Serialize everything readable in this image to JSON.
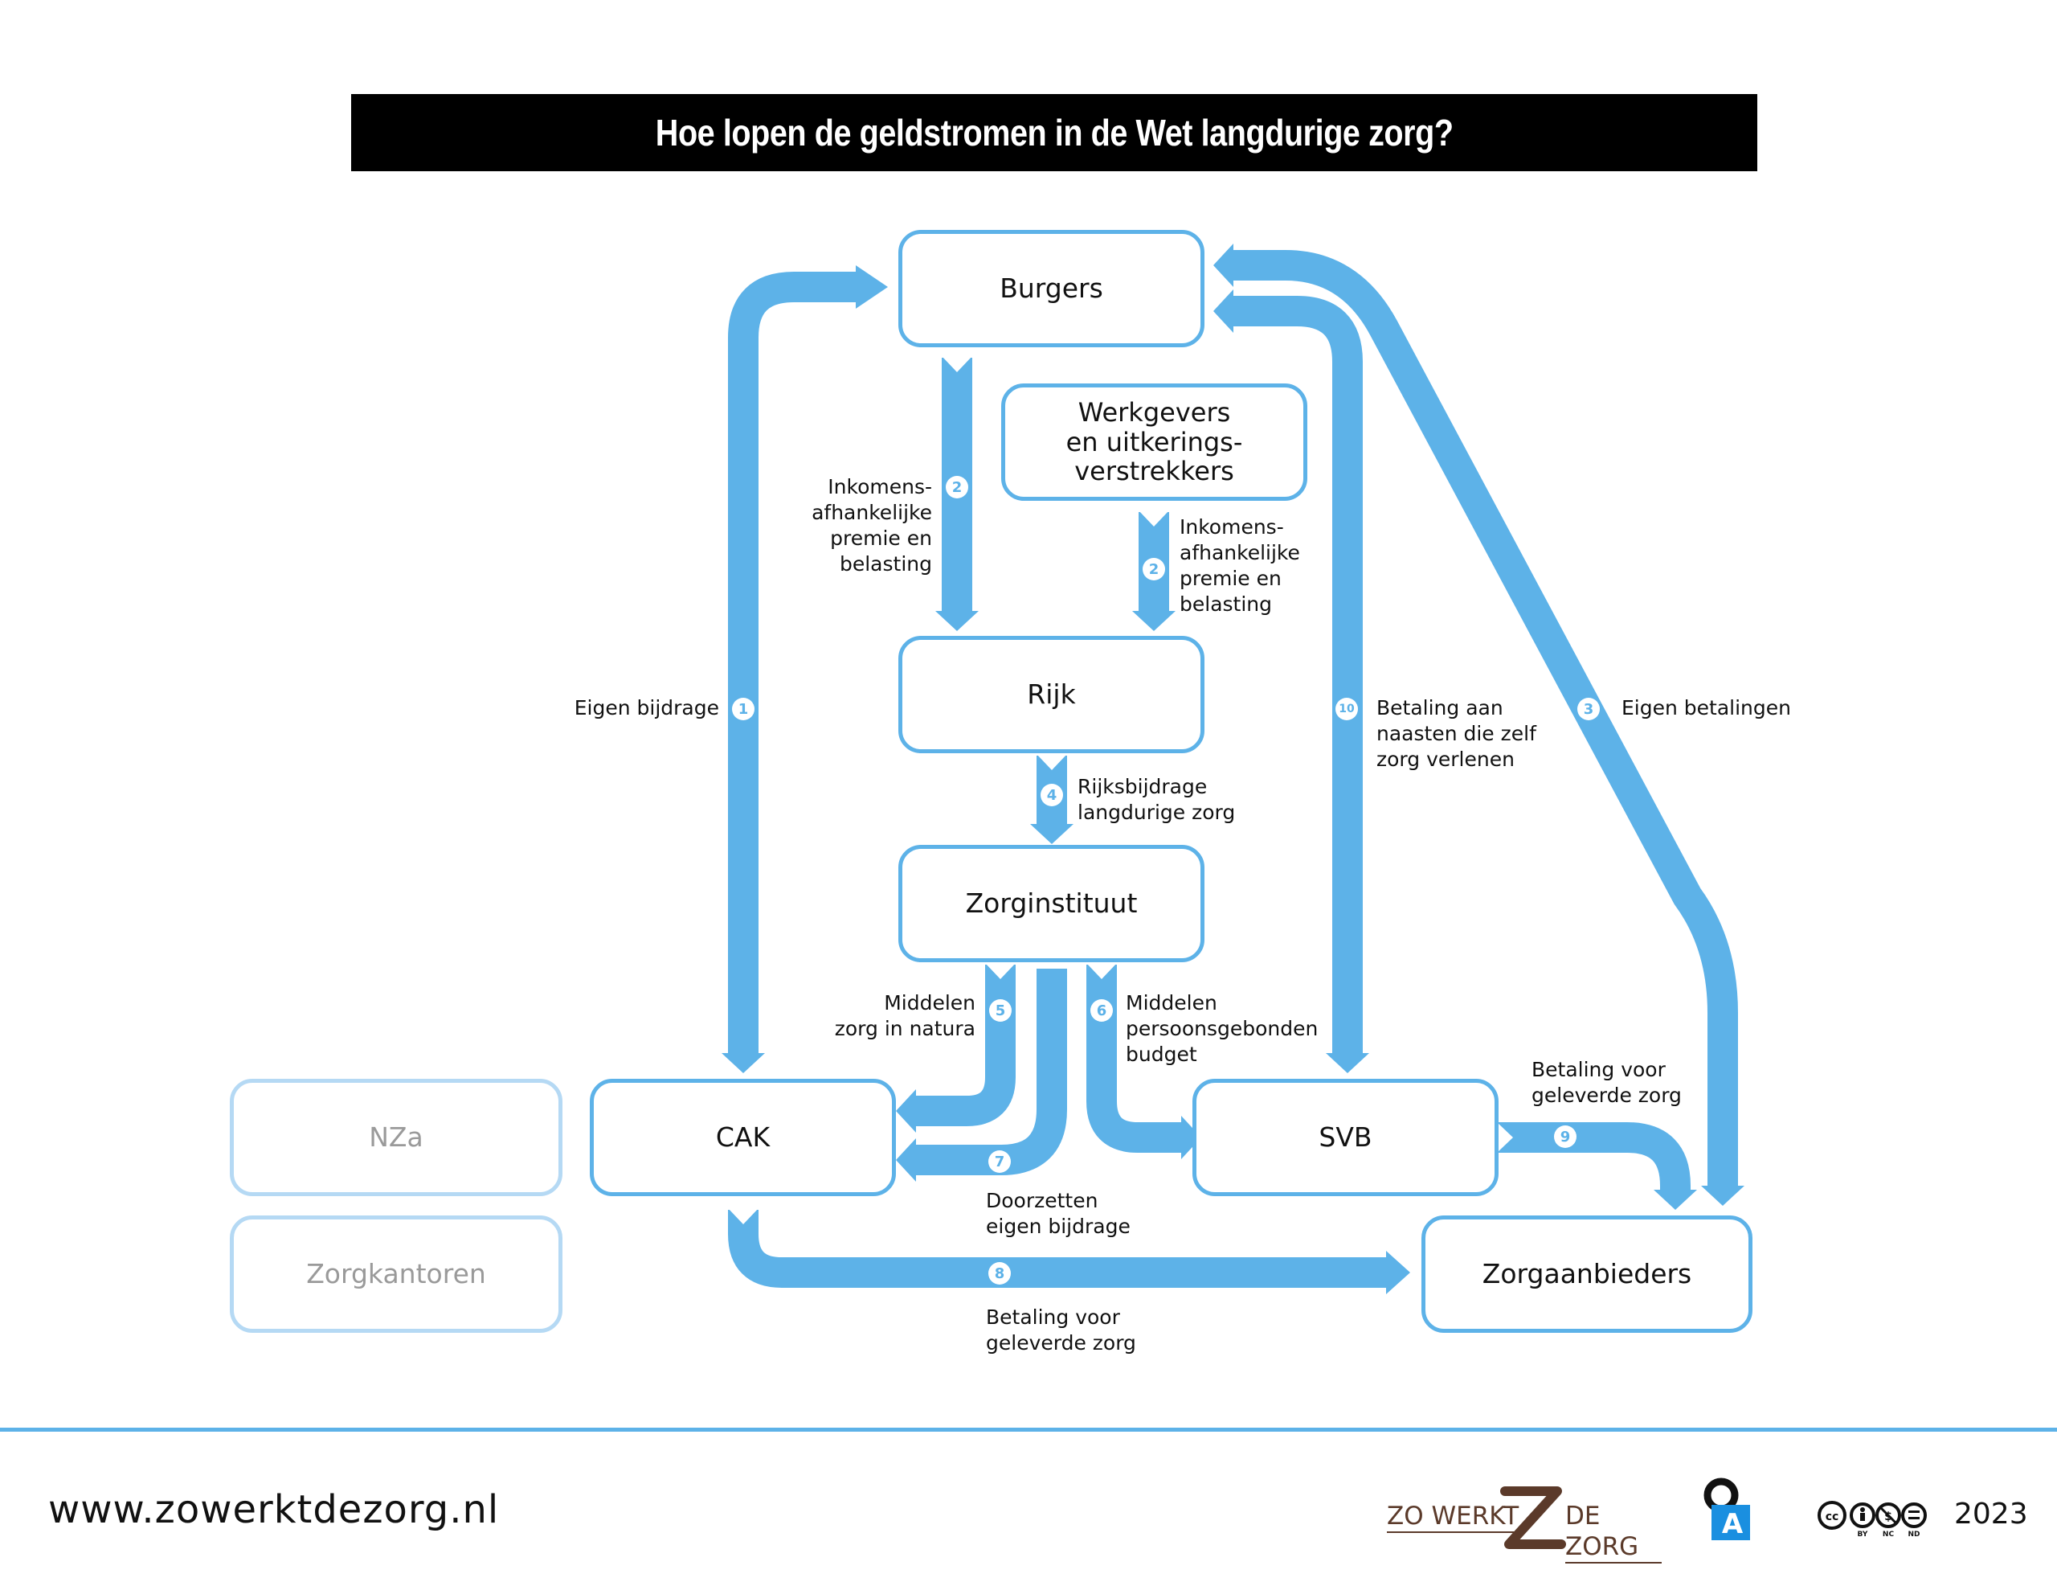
{
  "title": "Hoe lopen de geldstromen in de Wet langdurige zorg?",
  "colors": {
    "arrow": "#5db2e8",
    "box_border": "#5db2e8",
    "faded_border": "#b5d9f4",
    "faded_text": "#9a9a9a",
    "brand_brown": "#5b3a2a",
    "logo_blue": "#1a8fe0"
  },
  "nodes": {
    "burgers": "Burgers",
    "werkgevers": "Werkgevers\nen uitkerings-\nverstrekkers",
    "rijk": "Rijk",
    "zorginstituut": "Zorginstituut",
    "cak": "CAK",
    "svb": "SVB",
    "zorgaanbieders": "Zorgaanbieders",
    "nza": "NZa",
    "zorgkantoren": "Zorgkantoren"
  },
  "flows": [
    {
      "number": "1",
      "label": "Eigen bijdrage"
    },
    {
      "number": "2",
      "label": "Inkomens-\nafhankelijke\npremie en\nbelasting"
    },
    {
      "number": "2",
      "label": "Inkomens-\nafhankelijke\npremie en\nbelasting"
    },
    {
      "number": "3",
      "label": "Eigen betalingen"
    },
    {
      "number": "4",
      "label": "Rijksbijdrage\nlangdurige zorg"
    },
    {
      "number": "5",
      "label": "Middelen\nzorg in natura"
    },
    {
      "number": "6",
      "label": "Middelen\npersoonsgebonden\nbudget"
    },
    {
      "number": "7",
      "label": "Doorzetten\neigen bijdrage"
    },
    {
      "number": "8",
      "label": "Betaling voor\ngeleverde zorg"
    },
    {
      "number": "9",
      "label": "Betaling voor\ngeleverde zorg"
    },
    {
      "number": "10",
      "label": "Betaling aan\nnaasten die zelf\nzorg verlenen"
    }
  ],
  "footer": {
    "url": "www.zowerktdezorg.nl",
    "logo_left": "ZO WERKT",
    "logo_right": "DE ZORG",
    "logo_letter": "A",
    "cc_icons": "cc-by-nc-nd-icons",
    "cc_by": "BY",
    "cc_nc": "NC",
    "cc_nd": "ND",
    "year": "2023"
  }
}
